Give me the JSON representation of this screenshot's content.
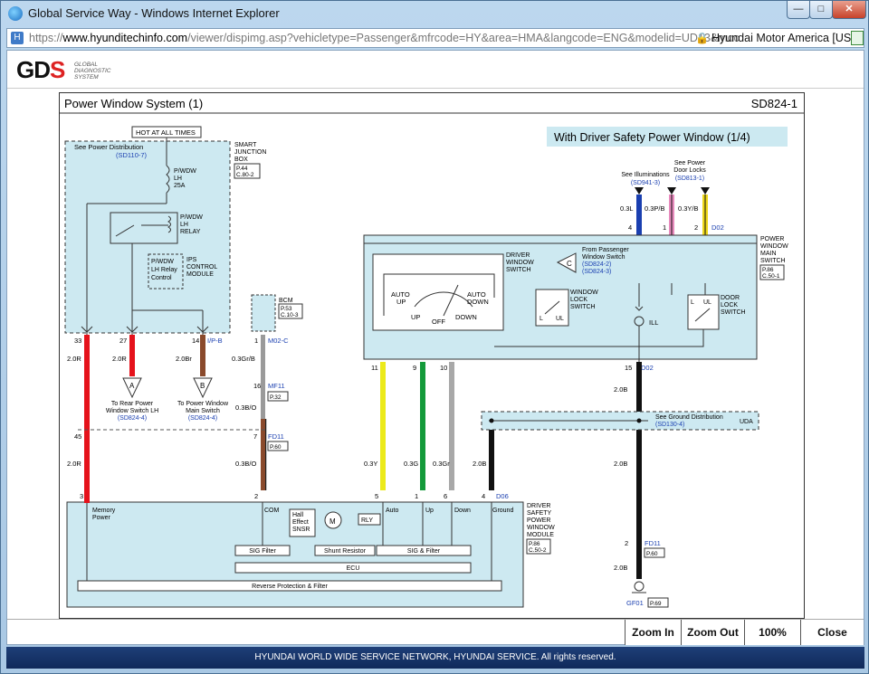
{
  "window": {
    "title": "Global Service Way - Windows Internet Explorer",
    "min_label": "—",
    "max_label": "□",
    "close_label": "✕"
  },
  "address": {
    "url_scheme": "https://",
    "url_host": "www.hyunditechinfo.com",
    "url_rest": "/viewer/dispimg.asp?vehicletype=Passenger&mfrcode=HY&area=HMA&langcode=ENG&modelid=UD13&moc",
    "identity": "Hyundai Motor America [US]"
  },
  "logo": {
    "mark_a": "GD",
    "mark_b": "S",
    "subtitle": "GLOBAL DIAGNOSTIC SYSTEM"
  },
  "diagram": {
    "title": "Power Window System (1)",
    "code": "SD824-1",
    "banner": "With Driver Safety Power Window (1/4)",
    "hot": "HOT AT ALL TIMES",
    "sjb_name": [
      "SMART",
      "JUNCTION",
      "BOX"
    ],
    "sjb_ref": [
      "P.44",
      "C.80-2"
    ],
    "see_power_dist": "See Power Distribution",
    "see_power_dist_ref": "(SD110-7)",
    "fuse": [
      "P/WDW",
      "LH",
      "25A"
    ],
    "relay": [
      "P/WDW",
      "LH",
      "RELAY"
    ],
    "relay_ctrl": [
      "P/WDW",
      "LH Relay",
      "Control"
    ],
    "ips": [
      "IPS",
      "CONTROL",
      "MODULE"
    ],
    "bcm": "BCM",
    "bcm_ref": [
      "P.53",
      "C.10-3"
    ],
    "pins_top": [
      "33",
      "27",
      "14",
      "1"
    ],
    "ipb": "I/P-B",
    "m02c": "M02-C",
    "wires_left": [
      "2.0R",
      "2.0R",
      "2.0Br",
      "0.3Gr/B"
    ],
    "conn_a": "A",
    "conn_b": "B",
    "rear_switch": [
      "To Rear Power",
      "Window Switch LH",
      "(SD824-4)"
    ],
    "main_switch_to": [
      "To Power Window",
      "Main Switch",
      "(SD824-4)"
    ],
    "mf11": "MF11",
    "mf11_pin": "16",
    "mf11_ref": "P.32",
    "wire_03bo": "0.3B/O",
    "fd11": "FD11",
    "fd11_pin_left": "45",
    "fd11_pin_mid": "7",
    "fd11_ref": "P.60",
    "wire_20r_low": "2.0R",
    "wire_03bo_low": "0.3B/O",
    "see_illum": "See Illuminations",
    "see_illum_ref": "(SD941-3)",
    "see_door_locks": [
      "See Power",
      "Door Locks"
    ],
    "see_door_locks_ref": "(SD813-1)",
    "wire_03l": "0.3L",
    "wire_03pb": "0.3P/B",
    "wire_03yb": "0.3Y/B",
    "pins_main": [
      "4",
      "1",
      "2"
    ],
    "d02": "D02",
    "pwms_name": [
      "POWER",
      "WINDOW",
      "MAIN",
      "SWITCH"
    ],
    "pwms_ref": [
      "P.86",
      "C.50-1"
    ],
    "drv_switch": [
      "DRIVER",
      "WINDOW",
      "SWITCH"
    ],
    "from_pass": [
      "From Passenger",
      "Window Switch",
      "(SD824-2)",
      "(SD824-3)"
    ],
    "conn_c": "C",
    "auto_up": [
      "AUTO",
      "UP"
    ],
    "auto_down": [
      "AUTO",
      "DOWN"
    ],
    "up": "UP",
    "off": "OFF",
    "down": "DOWN",
    "wls": [
      "WINDOW",
      "LOCK",
      "SWITCH"
    ],
    "l": "L",
    "ul": "UL",
    "ill": "ILL",
    "dls": [
      "DOOR",
      "LOCK",
      "SWITCH"
    ],
    "pins_bottom": [
      "11",
      "9",
      "10",
      "15"
    ],
    "d02_b": "D02",
    "wire_20b": "2.0B",
    "see_ground": "See Ground Distribution",
    "see_ground_ref": "(SD130-4)",
    "uda": "UDA",
    "wires_mod": [
      "0.3Y",
      "0.3G",
      "0.3Gr",
      "2.0B"
    ],
    "pins_mod": [
      "3",
      "2",
      "5",
      "1",
      "6",
      "4"
    ],
    "d06": "D06",
    "dspwm_name": [
      "DRIVER",
      "SAFETY",
      "POWER",
      "WINDOW",
      "MODULE"
    ],
    "dspwm_ref": [
      "P.86",
      "C.50-2"
    ],
    "mem_power": [
      "Memory",
      "Power"
    ],
    "com": "COM",
    "hall": [
      "Hall",
      "Effect",
      "SNSR"
    ],
    "motor": "M",
    "rly": "RLY",
    "auto": "Auto",
    "up_l": "Up",
    "down_l": "Down",
    "ground": "Ground",
    "sig_filter": "SIG Filter",
    "shunt": "Shunt Resistor",
    "sig_and_filter": "SIG & Filter",
    "ecu": "ECU",
    "reverse": "Reverse Protection & Filter",
    "fd11_right_pin": "2",
    "fd11_right": "FD11",
    "fd11_right_ref": "P.60",
    "wire_20b_mid": "2.0B",
    "wire_20b_low": "2.0B",
    "gf01": "GF01",
    "gf01_ref": "P.69"
  },
  "zoom": {
    "zoom_in": "Zoom In",
    "zoom_out": "Zoom Out",
    "level": "100%",
    "close": "Close"
  },
  "footer": "HYUNDAI WORLD WIDE SERVICE NETWORK, HYUNDAI SERVICE. All rights reserved."
}
